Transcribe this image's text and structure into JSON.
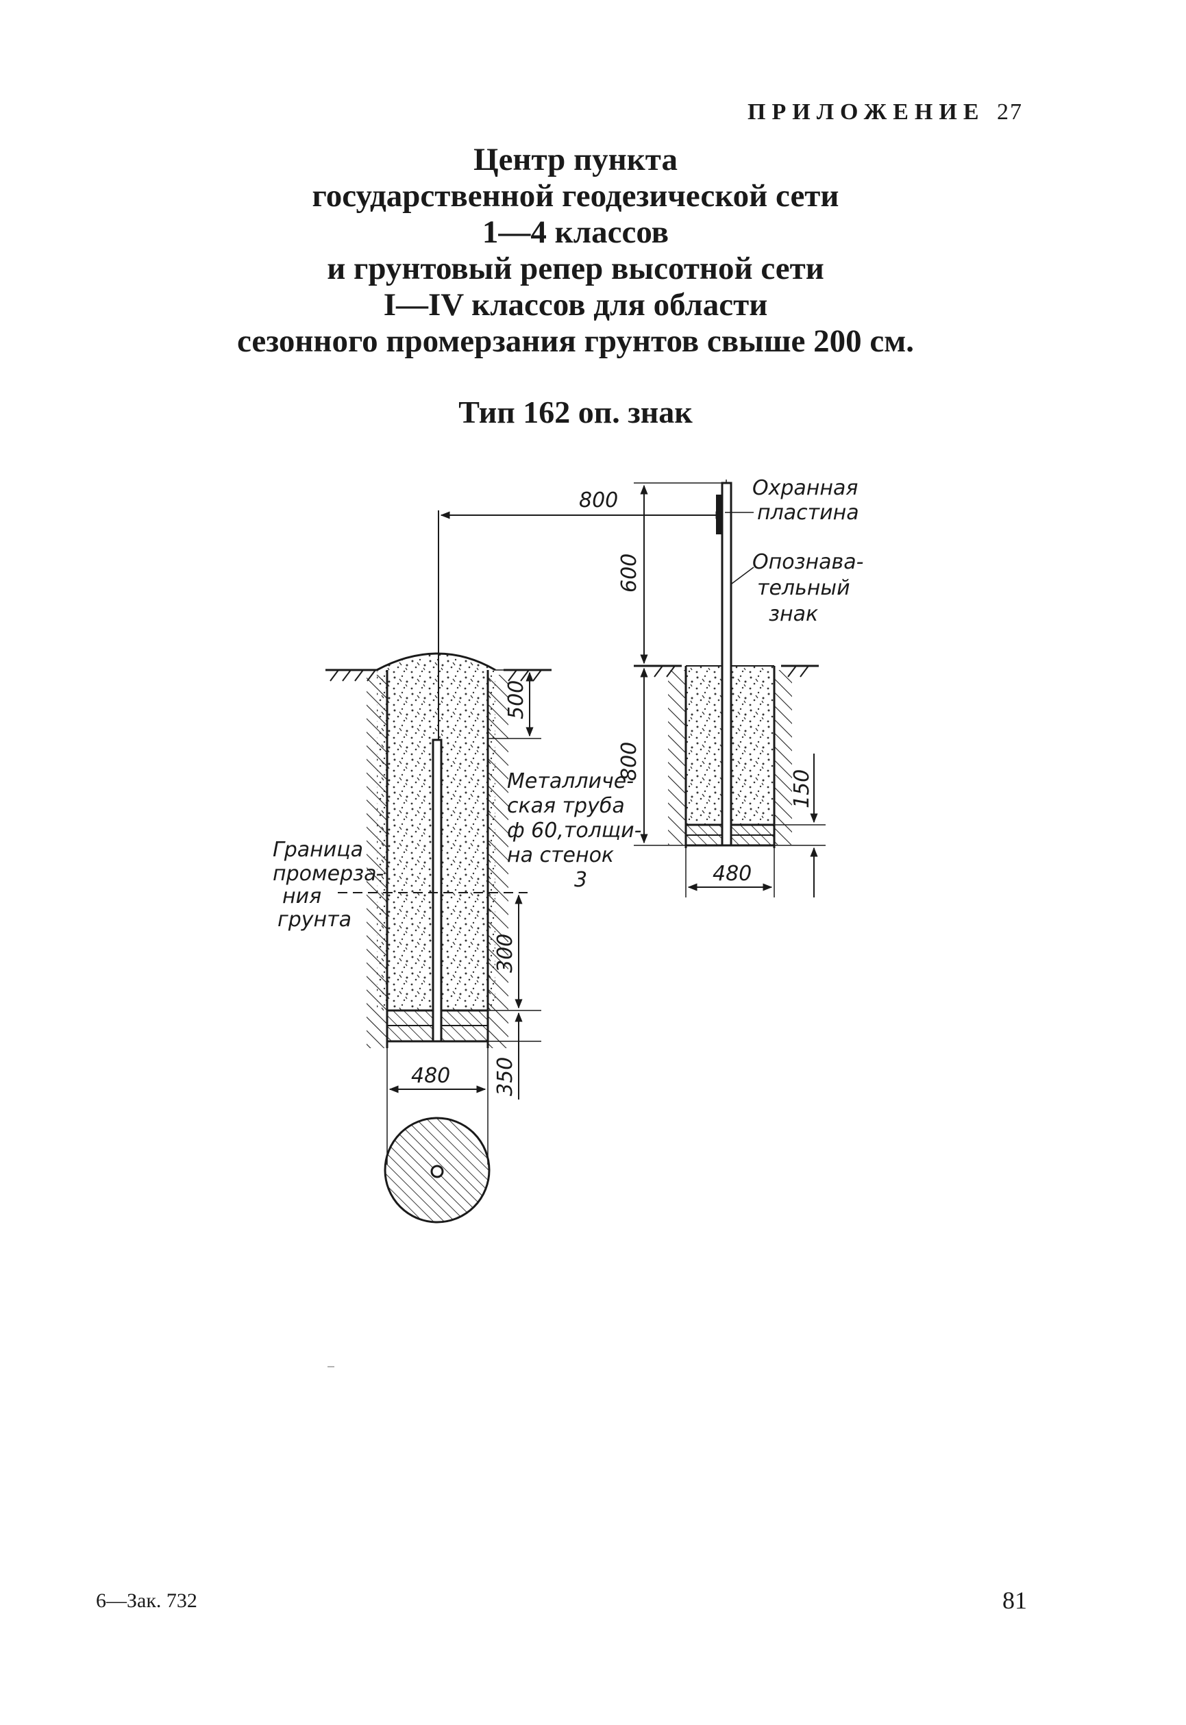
{
  "header": {
    "appendix_word": "ПРИЛОЖЕНИЕ",
    "appendix_number": "27"
  },
  "title_lines": [
    "Центр пункта",
    "государственной геодезической сети",
    "1—4 классов",
    "и грунтовый репер высотной сети",
    "I—IV классов для области",
    "сезонного промерзания грунтов свыше 200 см."
  ],
  "subtitle": "Тип 162 оп. знак",
  "drawing": {
    "labels": {
      "guard_plate": [
        "Охранная",
        "пластина"
      ],
      "identification_sign": [
        "Опознава-",
        "тельный",
        "знак"
      ],
      "metal_pipe": [
        "Металличе-",
        "ская труба",
        "ф 60,толщи-",
        "на стенок",
        "3"
      ],
      "freeze_boundary": [
        "Граница",
        "промерза-",
        "ния",
        "грунта"
      ]
    },
    "dimensions": {
      "offset": "800",
      "sign_height": "600",
      "pit_depth_sign": "800",
      "base_sign": "150",
      "width_sign": "480",
      "pipe_top": "500",
      "below_freeze": "300",
      "base_center": "350",
      "width_center": "480"
    }
  },
  "footer": {
    "left": "6—Зак. 732",
    "right": "81"
  }
}
